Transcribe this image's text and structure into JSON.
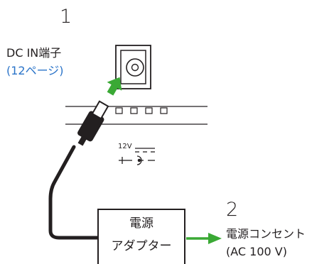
{
  "steps": {
    "one": "1",
    "two": "2"
  },
  "dc_in": {
    "label": "DC IN端子",
    "ref": "(12ページ)"
  },
  "adapter": {
    "line1": "電源",
    "line2": "アダプター"
  },
  "outlet": {
    "line1": "電源コンセント",
    "line2": "(AC 100 V)"
  },
  "polarity": {
    "voltage": "12V"
  },
  "colors": {
    "arrow": "#3aa935",
    "link": "#2b74c9",
    "ink": "#231f20"
  }
}
